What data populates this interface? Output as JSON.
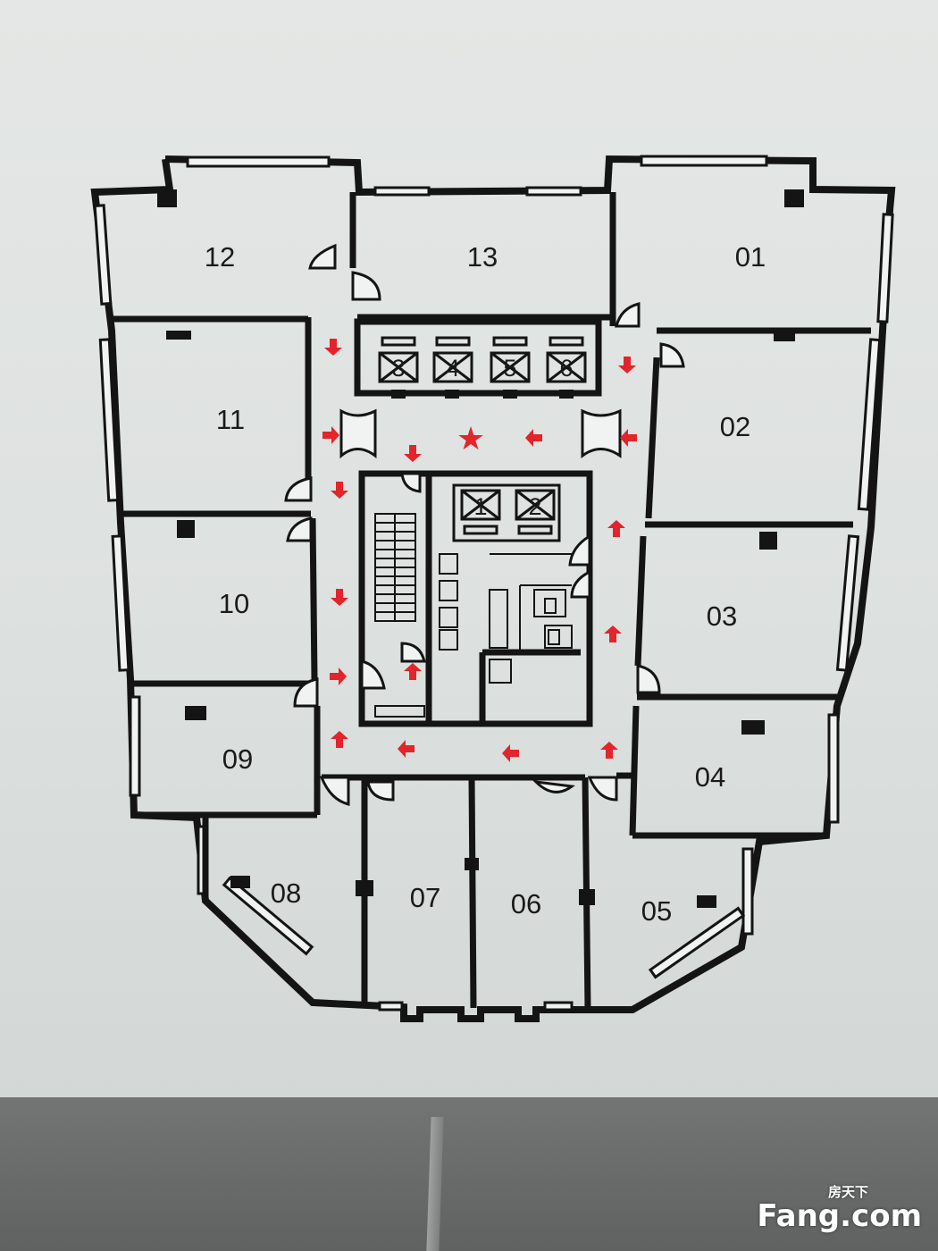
{
  "plan": {
    "rooms": [
      {
        "id": "12",
        "label": "12"
      },
      {
        "id": "13",
        "label": "13"
      },
      {
        "id": "01",
        "label": "01"
      },
      {
        "id": "11",
        "label": "11"
      },
      {
        "id": "02",
        "label": "02"
      },
      {
        "id": "10",
        "label": "10"
      },
      {
        "id": "03",
        "label": "03"
      },
      {
        "id": "09",
        "label": "09"
      },
      {
        "id": "04",
        "label": "04"
      },
      {
        "id": "08",
        "label": "08"
      },
      {
        "id": "07",
        "label": "07"
      },
      {
        "id": "06",
        "label": "06"
      },
      {
        "id": "05",
        "label": "05"
      }
    ],
    "elevators": [
      {
        "label": "3"
      },
      {
        "label": "4"
      },
      {
        "label": "5"
      },
      {
        "label": "6"
      },
      {
        "label": "1"
      },
      {
        "label": "2"
      }
    ],
    "you_are_here": {
      "symbol": "★",
      "color": "#e2242b"
    },
    "arrow_color": "#e2242b",
    "wall_color": "#141414"
  },
  "watermark": {
    "cn": "房天下",
    "en": "Fang.com"
  }
}
